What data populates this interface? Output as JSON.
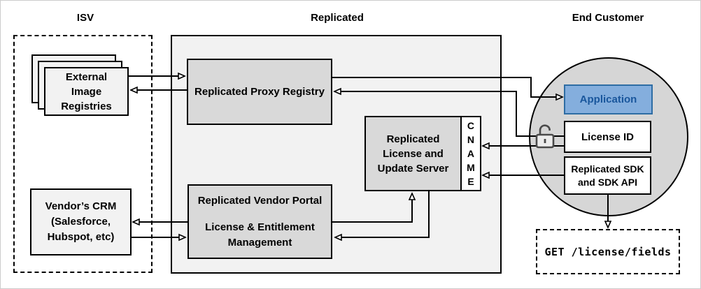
{
  "diagram": {
    "sections": {
      "isv": "ISV",
      "replicated": "Replicated",
      "end_customer": "End Customer"
    },
    "nodes": {
      "external_image_registries": "External\nImage\nRegistries",
      "vendors_crm": "Vendor’s CRM\n(Salesforce,\nHubspot, etc)",
      "replicated_proxy_registry": "Replicated Proxy Registry",
      "vendor_portal_title": "Replicated Vendor Portal",
      "vendor_portal_subtitle": "License & Entitlement\nManagement",
      "license_update_server": "Replicated\nLicense and\nUpdate Server",
      "cname": "C\nN\nA\nM\nE",
      "application": "Application",
      "license_id": "License ID",
      "replicated_sdk": "Replicated SDK\nand SDK API",
      "get_request": "GET /license/fields"
    },
    "icons": {
      "unlock": "unlocked-padlock-icon"
    },
    "colors": {
      "region_fill": "#f2f2f2",
      "node_gray": "#d9d9d9",
      "node_light": "#f2f2f2",
      "circle_fill": "#d6d6d6",
      "application_fill": "#84aedd",
      "application_border": "#2e6da4",
      "application_text": "#19569c",
      "line": "#000000"
    },
    "connections": [
      "external_image_registries -> replicated_proxy_registry",
      "replicated_proxy_registry -> external_image_registries",
      "replicated_proxy_registry -> application",
      "license_id -> replicated_proxy_registry",
      "license_id -> cname",
      "replicated_sdk -> cname",
      "vendor_portal -> vendors_crm",
      "vendors_crm -> vendor_portal",
      "vendor_portal -> license_update_server",
      "license_update_server -> vendor_portal",
      "replicated_sdk -> get_request"
    ]
  }
}
